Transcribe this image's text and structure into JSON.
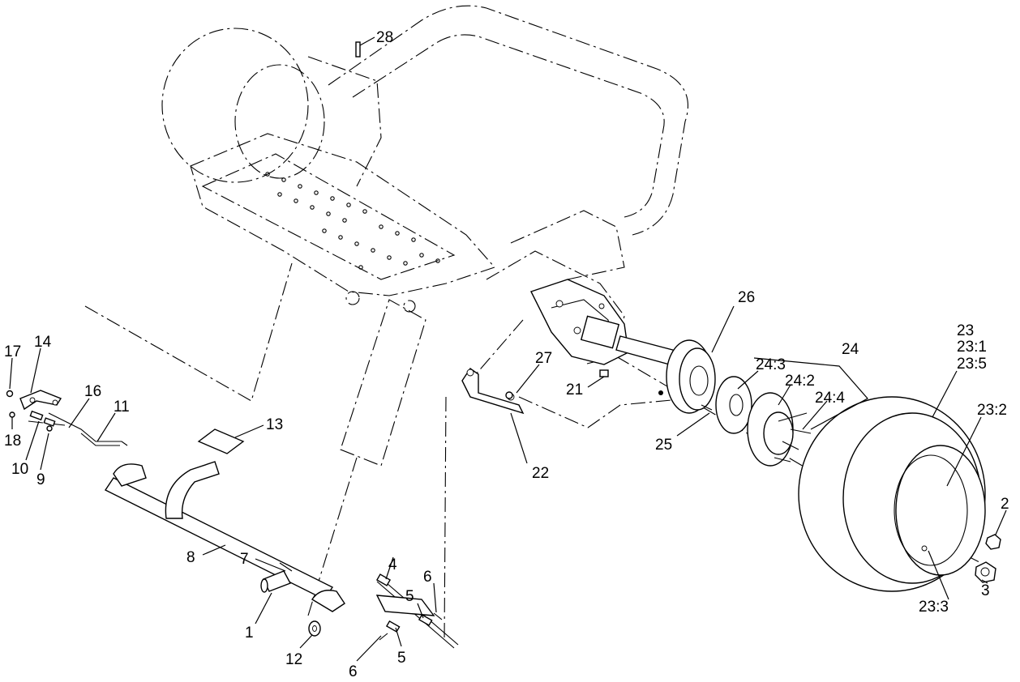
{
  "labels": {
    "l28": "28",
    "l26": "26",
    "l24": "24",
    "l24_3": "24:3",
    "l24_2": "24:2",
    "l24_4": "24:4",
    "l23": "23",
    "l23_1": "23:1",
    "l23_5": "23:5",
    "l23_2": "23:2",
    "l23_3": "23:3",
    "l27": "27",
    "l21": "21",
    "l25": "25",
    "l22": "22",
    "l17": "17",
    "l14": "14",
    "l16": "16",
    "l11": "11",
    "l18": "18",
    "l10": "10",
    "l9": "9",
    "l13": "13",
    "l8": "8",
    "l7": "7",
    "l1": "1",
    "l12": "12",
    "l4": "4",
    "l5a": "5",
    "l6a": "6",
    "l6b": "6",
    "l5b": "5",
    "l2": "2",
    "l3": "3"
  }
}
